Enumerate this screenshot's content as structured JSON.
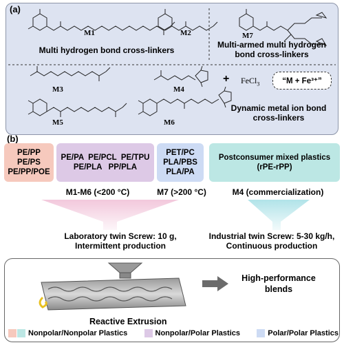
{
  "panel_a": {
    "tag": "(a)",
    "m1": "M1",
    "m2": "M2",
    "m3": "M3",
    "m4": "M4",
    "m5": "M5",
    "m6": "M6",
    "m7": "M7",
    "caption_multi_h": "Multi hydrogen bond cross-linkers",
    "caption_multi_armed_line1": "Multi-armed multi hydrogen",
    "caption_multi_armed_line2": "bond cross-linkers",
    "plus": "+",
    "fecl3": "FeCl",
    "fecl3_sub": "3",
    "complex": "“M + Fe³⁺”",
    "caption_metal_line1": "Dynamic metal ion bond",
    "caption_metal_line2": "cross-linkers"
  },
  "panel_b": {
    "tag": "(b)",
    "box1": [
      "PE/PP",
      "PE/PS",
      "PE/PP/POE"
    ],
    "box2": [
      "PE/PA  PE/PCL  PE/TPU",
      "PE/PLA   PP/PLA"
    ],
    "box3": [
      "PET/PC",
      "PLA/PBS",
      "PLA/PA"
    ],
    "box4": [
      "Postconsumer mixed plastics",
      "(rPE-rPP)"
    ],
    "cond1": "M1-M6 (<200 °C)",
    "cond2": "M7 (>200 °C)",
    "cond3": "M4 (commercialization)",
    "prod_left": [
      "Laboratory twin Screw: 10 g,",
      "Intermittent production"
    ],
    "prod_right": [
      "Industrial twin Screw: 5-30 kg/h,",
      "Continuous production"
    ]
  },
  "panel_c": {
    "process_label": "Reactive Extrusion",
    "output_label": [
      "High-performance",
      "blends"
    ],
    "legend": [
      {
        "label": "Nonpolar/Nonpolar Plastics",
        "color": "#f6c9bd",
        "color2": "#bce7e4"
      },
      {
        "label": "Nonpolar/Polar Plastics",
        "color": "#ddc9e6"
      },
      {
        "label": "Polar/Polar Plastics",
        "color": "#cddbf4"
      }
    ]
  },
  "colors": {
    "panel_a_bg": "#dde3f1",
    "nonpolar_nonpolar": "#f6c9bd",
    "nonpolar_polar": "#ddc9e6",
    "polar_polar": "#cddbf4",
    "commercial": "#bce7e4"
  }
}
